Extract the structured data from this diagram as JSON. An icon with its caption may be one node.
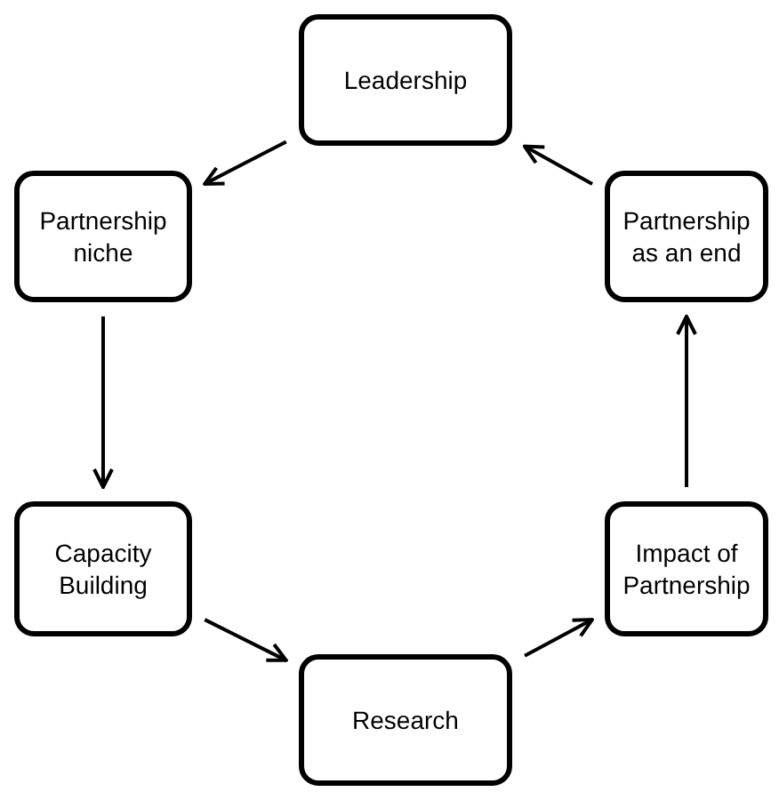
{
  "diagram": {
    "nodes": [
      {
        "text": [
          "Leadership"
        ]
      },
      {
        "text": [
          "Partnership niche"
        ]
      },
      {
        "text": [
          "Capacity Building"
        ]
      },
      {
        "text": [
          "Research"
        ]
      },
      {
        "text": [
          "Impact of Partnership"
        ]
      },
      {
        "text": [
          "Partnership as an end"
        ]
      }
    ],
    "edges": [
      {
        "from": 0,
        "to": 1,
        "arrow": "to"
      },
      {
        "from": 1,
        "to": 2,
        "arrow": "to"
      },
      {
        "from": 2,
        "to": 3,
        "arrow": "to"
      },
      {
        "from": 3,
        "to": 4,
        "arrow": "to"
      },
      {
        "from": 4,
        "to": 5,
        "arrow": "to"
      },
      {
        "from": 5,
        "to": 0,
        "arrow": "to"
      }
    ]
  }
}
